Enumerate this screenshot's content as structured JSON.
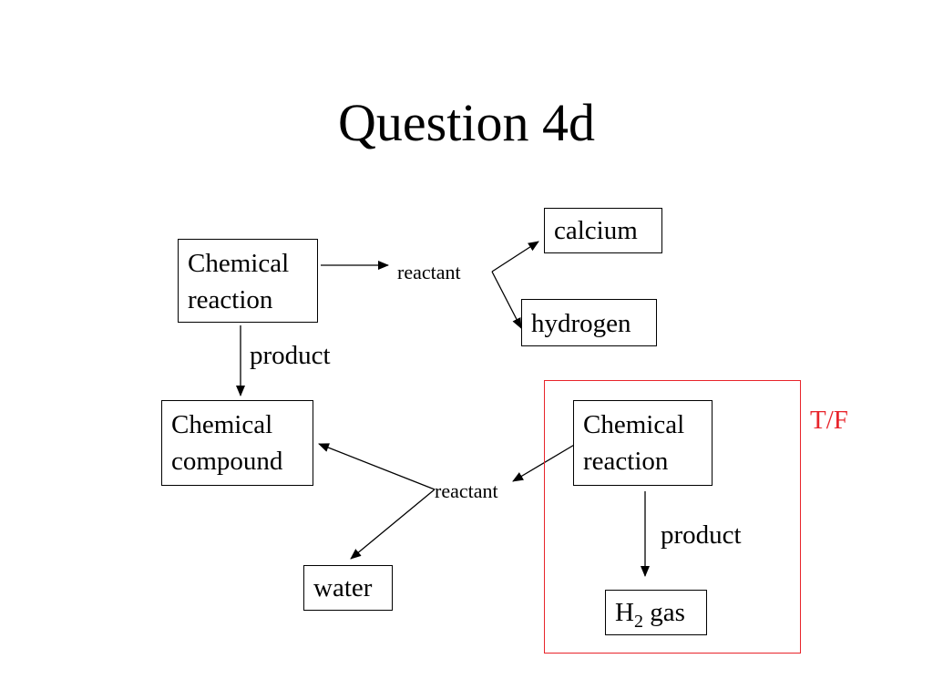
{
  "title": "Question 4d",
  "nodes": {
    "chem_reaction_1": [
      "Chemical",
      "reaction"
    ],
    "calcium": "calcium",
    "hydrogen": "hydrogen",
    "chem_compound": [
      "Chemical",
      "compound"
    ],
    "chem_reaction_2": [
      "Chemical",
      "reaction"
    ],
    "water": "water",
    "h2_gas": {
      "element": "H",
      "subscript": "2",
      "suffix": " gas"
    }
  },
  "edge_labels": {
    "reactant_top": "reactant",
    "product_left": "product",
    "reactant_bottom": "reactant",
    "product_right": "product"
  },
  "tf_label": "T/F",
  "colors": {
    "highlight": "#e8242b",
    "lines": "#000000"
  }
}
